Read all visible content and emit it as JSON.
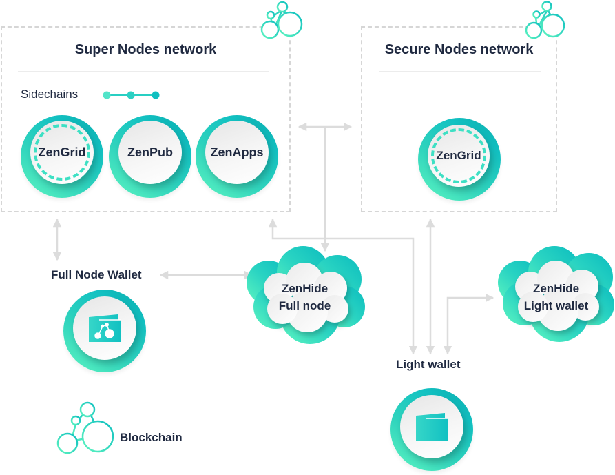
{
  "super_nodes": {
    "title": "Super Nodes network",
    "sidechains_label": "Sidechains",
    "nodes": [
      {
        "label": "ZenGrid",
        "style": "dashed"
      },
      {
        "label": "ZenPub",
        "style": "solid"
      },
      {
        "label": "ZenApps",
        "style": "solid"
      }
    ]
  },
  "secure_nodes": {
    "title": "Secure Nodes network",
    "nodes": [
      {
        "label": "ZenGrid",
        "style": "dashed"
      }
    ]
  },
  "full_node_wallet": {
    "label": "Full Node Wallet",
    "icon": "wallet-blockchain-icon"
  },
  "zenhide_full_node": {
    "line1": "ZenHide",
    "line2": "Full node"
  },
  "zenhide_light_wallet": {
    "line1": "ZenHide",
    "line2": "Light wallet"
  },
  "light_wallet": {
    "label": "Light wallet",
    "icon": "wallet-icon"
  },
  "legend": {
    "blockchain_label": "Blockchain",
    "icon": "blockchain-icon"
  },
  "colors": {
    "teal_dark": "#0fbfc0",
    "teal_light": "#5ef5c0",
    "text": "#1f2940",
    "arrow": "#dcdcdc",
    "dashed_border": "#d6d6d6"
  }
}
